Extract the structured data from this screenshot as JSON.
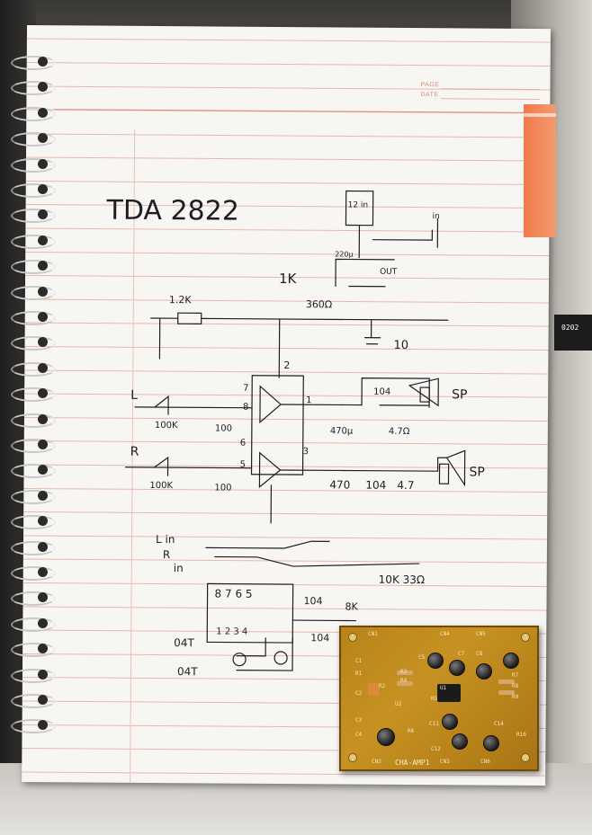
{
  "notebook": {
    "page_label": "PAGE",
    "date_label": "DATE"
  },
  "schematic": {
    "title": "TDA 2822",
    "labels": {
      "reg_in": "12 in",
      "reg_in_short": "in",
      "reg_cap": "220µ",
      "reg_out": "OUT",
      "pot_1k": "1K",
      "r_360": "360Ω",
      "r_12k": "1.2K",
      "cap_10": "10",
      "pin2": "2",
      "pin7": "7",
      "pin8": "8",
      "pin1": "1",
      "pin6": "6",
      "pin5": "5",
      "pin3": "3",
      "input_l": "L",
      "input_r": "R",
      "pot_l": "100K",
      "pot_r": "100K",
      "cap_l": "100",
      "cap_r": "100",
      "out_cap_l": "104",
      "out_470_l": "470µ",
      "out_47_l": "4.7Ω",
      "spk_l": "SP",
      "out_470_r": "470",
      "out_104_r": "104",
      "out_47_r": "4.7",
      "spk_r": "SP",
      "l_in": "L in",
      "r_in": "R",
      "in_lower": "in",
      "pins_lower": "8 7 6 5",
      "c104": "104",
      "r_8k": "8K",
      "r_10k": "10K 33Ω",
      "c104_b": "104",
      "out_a": "04T",
      "out_b": "04T",
      "pins_bottom": "1 2 3 4"
    }
  },
  "pcb": {
    "name": "CHA-AMP1",
    "labels": [
      "CN1",
      "CN4",
      "CN5",
      "C1",
      "R1",
      "C2",
      "R2",
      "C3",
      "C4",
      "CN2",
      "CN3",
      "CN6",
      "R3",
      "R4",
      "U1",
      "U2",
      "R5",
      "R6",
      "R7",
      "R8",
      "R9",
      "C5",
      "C7",
      "C8",
      "C11",
      "C12",
      "C14",
      "R10"
    ]
  },
  "background": {
    "sticker_text": "0202"
  }
}
